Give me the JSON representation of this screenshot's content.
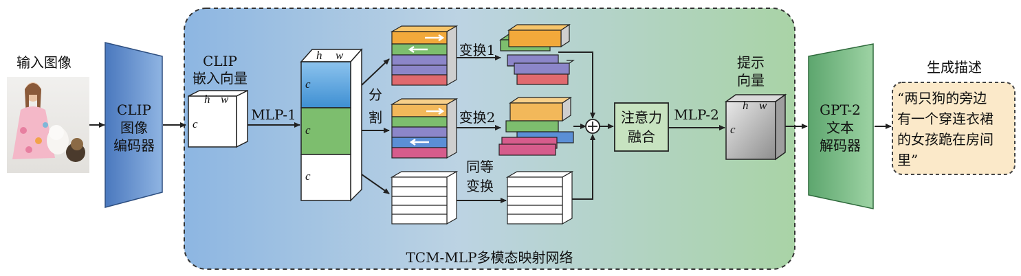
{
  "input": {
    "title": "输入图像"
  },
  "clip_encoder": {
    "line1": "CLIP",
    "line2": "图像",
    "line3": "编码器"
  },
  "clip_embedding": {
    "line1": "CLIP",
    "line2": "嵌入向量"
  },
  "dims": {
    "c": "c",
    "h": "h",
    "w": "w"
  },
  "mlp1": "MLP-1",
  "split": {
    "line1": "分",
    "line2": "割"
  },
  "transform1": "变换1",
  "transform2": "变换2",
  "identity": {
    "line1": "同等",
    "line2": "变换"
  },
  "attention_fusion": {
    "line1": "注意力",
    "line2": "融合"
  },
  "mlp2": "MLP-2",
  "prompt_vector": {
    "line1": "提示",
    "line2": "向量"
  },
  "gpt2_decoder": {
    "line1": "GPT-2",
    "line2": "文本",
    "line3": "解码器"
  },
  "output": {
    "title": "生成描述",
    "line1": "“两只狗的旁边",
    "line2": "有一个穿连衣裙",
    "line3": "的女孩跪在房间",
    "line4": "里”"
  },
  "network_label": "TCM-MLP多模态映射网络",
  "colors": {
    "orange": "#F2A93B",
    "green": "#7DBE6E",
    "purple": "#8C86C9",
    "red": "#E06A6F",
    "blue": "#5B8FD6",
    "pink": "#D65C8C",
    "encoder_blue": "#5E8FCB",
    "decoder_green": "#6DB07A",
    "output_bg": "#FBE9C9"
  }
}
